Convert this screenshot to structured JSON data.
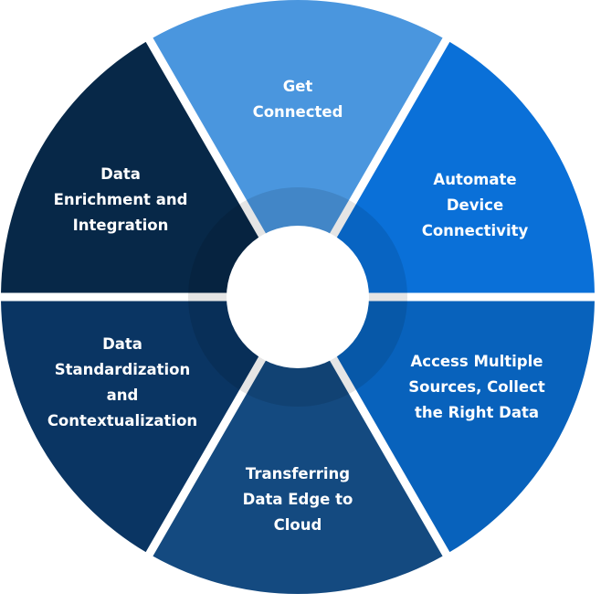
{
  "diagram": {
    "type": "segmented-ring",
    "segments": [
      {
        "lines": [
          "Get",
          "Connected"
        ],
        "color": "#4a96de"
      },
      {
        "lines": [
          "Automate",
          "Device",
          "Connectivity"
        ],
        "color": "#0a70d8"
      },
      {
        "lines": [
          "Access Multiple",
          "Sources, Collect",
          "the Right Data"
        ],
        "color": "#0862bc"
      },
      {
        "lines": [
          "Transferring",
          "Data Edge to",
          "Cloud"
        ],
        "color": "#144a80"
      },
      {
        "lines": [
          "Data",
          "Standardization",
          "and",
          "Contextualization"
        ],
        "color": "#0a3563"
      },
      {
        "lines": [
          "Data",
          "Enrichment and",
          "Integration"
        ],
        "color": "#072848"
      }
    ]
  }
}
